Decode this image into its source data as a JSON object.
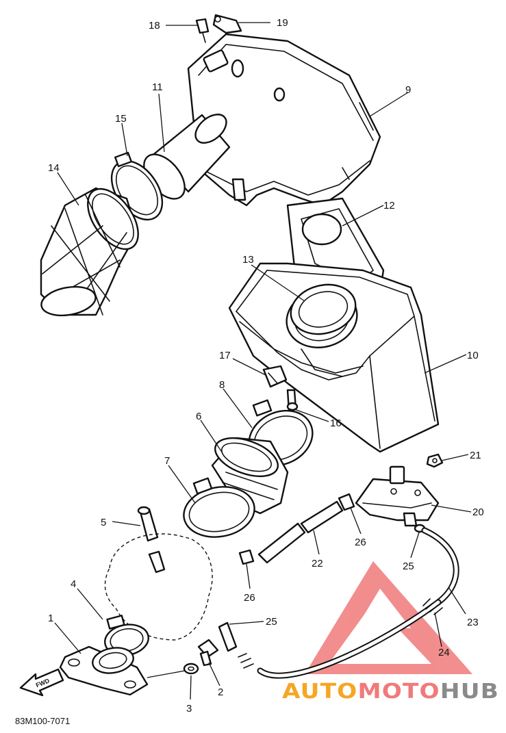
{
  "diagram": {
    "part_code": "83M100-7071",
    "fwd_label": "FWD",
    "callouts": [
      {
        "id": "c1",
        "text": "1"
      },
      {
        "id": "c2",
        "text": "2"
      },
      {
        "id": "c3",
        "text": "3"
      },
      {
        "id": "c4",
        "text": "4"
      },
      {
        "id": "c5",
        "text": "5"
      },
      {
        "id": "c6",
        "text": "6"
      },
      {
        "id": "c7",
        "text": "7"
      },
      {
        "id": "c8",
        "text": "8"
      },
      {
        "id": "c9",
        "text": "9"
      },
      {
        "id": "c10",
        "text": "10"
      },
      {
        "id": "c11",
        "text": "11"
      },
      {
        "id": "c12",
        "text": "12"
      },
      {
        "id": "c13",
        "text": "13"
      },
      {
        "id": "c14",
        "text": "14"
      },
      {
        "id": "c15",
        "text": "15"
      },
      {
        "id": "c16",
        "text": "16"
      },
      {
        "id": "c17",
        "text": "17"
      },
      {
        "id": "c18",
        "text": "18"
      },
      {
        "id": "c19",
        "text": "19"
      },
      {
        "id": "c20",
        "text": "20"
      },
      {
        "id": "c21",
        "text": "21"
      },
      {
        "id": "c22",
        "text": "22"
      },
      {
        "id": "c23",
        "text": "23"
      },
      {
        "id": "c24",
        "text": "24"
      },
      {
        "id": "c25a",
        "text": "25"
      },
      {
        "id": "c25b",
        "text": "25"
      },
      {
        "id": "c26a",
        "text": "26"
      },
      {
        "id": "c26b",
        "text": "26"
      }
    ]
  },
  "watermark": {
    "part_auto": "AUTO",
    "part_moto": "MOTO",
    "part_hub": "HUB",
    "color_primary": "#f07a7a",
    "color_secondary": "#f5a623",
    "color_dark": "#8a8a8a"
  }
}
